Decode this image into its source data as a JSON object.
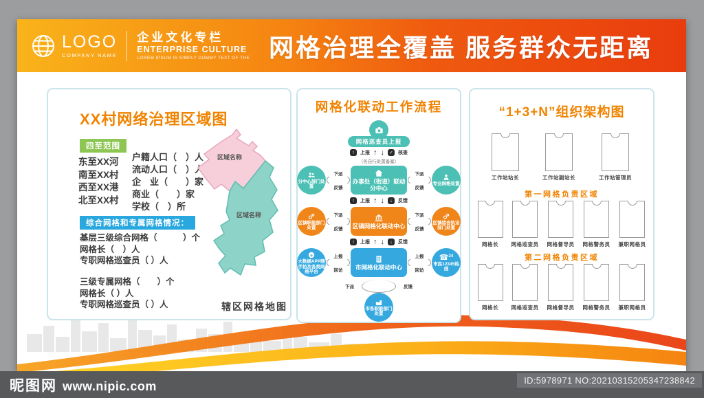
{
  "header": {
    "logo_text": "LOGO",
    "logo_sub": "COMPANY NAME",
    "column_title": "企业文化专栏",
    "column_subtitle": "ENTERPRISE CULTURE",
    "column_tagline": "LOREM IPSUM IS SIMPLY DUMMY TEXT OF THE",
    "main_title": "网格治理全覆盖  服务群众无距离"
  },
  "left_panel": {
    "title": "XX村网络治理区域图",
    "range_badge": "四至范围",
    "range_items": [
      "东至XX河",
      "南至XX村",
      "西至XX港",
      "北至XX村"
    ],
    "stats": [
      "户籍人口（　）人",
      "流动人口（　）人",
      "企　业（　　）家",
      "商业（　　）家",
      "学校（　）所"
    ],
    "grid_badge": "综合网格和专属网格情况：",
    "grid_group1": [
      "基层三级综合网格（　　　）个",
      "网格长（　）人",
      "专职网格巡查员（ ）人"
    ],
    "grid_group2": [
      "三级专属网格（　　）个",
      "网格长（ ）人",
      "专职网格巡查员（ ）人"
    ],
    "map_region1": "区域名称",
    "map_region2": "区域名称",
    "map_caption": "辖区网格地图"
  },
  "flow_panel": {
    "title": "网格化联动工作流程",
    "top_node": {
      "label": "网格巡查员上报",
      "icon": "camera-icon"
    },
    "connector1": {
      "up_label": "上报",
      "down_label": "核查",
      "note": "（各自行处置备案）"
    },
    "row1": {
      "center": "办事处（街道）联动分中心",
      "center_icon": "house-icon",
      "left": "分中心部门处置",
      "left_icon": "people-icon",
      "right": "专业网格处置",
      "right_icon": "person-icon",
      "out_label": "下派",
      "back_label": "反馈"
    },
    "connector2": {
      "up_label": "上报",
      "down_label": "反馈"
    },
    "row2": {
      "center": "区镇网格化联动中心",
      "center_icon": "bank-icon",
      "left": "区镇职能部门处置",
      "left_icon": "gears-icon",
      "right": "区镇综合执法部门处置",
      "right_icon": "gears-icon",
      "out_label": "下派",
      "back_label": "反馈"
    },
    "connector3": {
      "up_label": "上报",
      "down_label": "反馈"
    },
    "row3": {
      "center": "市网格化联动中心",
      "center_icon": "building-icon",
      "left": "大数据APP随手拍及各类网络平台",
      "left_icon": "browser-icon",
      "right": "市民12345热线",
      "right_icon": "phone-24-icon",
      "up_label": "上报",
      "visit_label": "回访"
    },
    "bottom": {
      "label": "市各职能部门处置",
      "icon": "factory-icon",
      "out_label": "下派",
      "back_label": "反馈"
    }
  },
  "org_panel": {
    "title": "“1+3+N”组织架构图",
    "station_roles": [
      "工作站站长",
      "工作站副站长",
      "工作站管理员"
    ],
    "grid1_title": "第一网格负责区域",
    "grid1_roles": [
      "网格长",
      "网格巡查员",
      "网格督导员",
      "网格警务员",
      "兼职网格员"
    ],
    "grid2_title": "第二网格负责区域",
    "grid2_roles": [
      "网格长",
      "网格巡查员",
      "网格督导员",
      "网格警务员",
      "兼职网格员"
    ]
  },
  "watermark": {
    "site_name": "昵图网",
    "site_url": "www.nipic.com",
    "id_text": "ID:5978971 NO:20210315205347238842"
  },
  "colors": {
    "header_gradient_start": "#f9b31a",
    "header_gradient_end": "#e93c0e",
    "panel_border": "#c9e4ea",
    "accent_orange": "#f08300",
    "badge_green": "#8dc653",
    "badge_blue": "#29a7df",
    "flow_teal": "#4cc0b4",
    "flow_orange": "#f08519",
    "flow_blue": "#35a8e0",
    "map_pink": "#f7cfdb",
    "map_teal": "#8ed3c8",
    "watermark_bar": "#58595b"
  }
}
